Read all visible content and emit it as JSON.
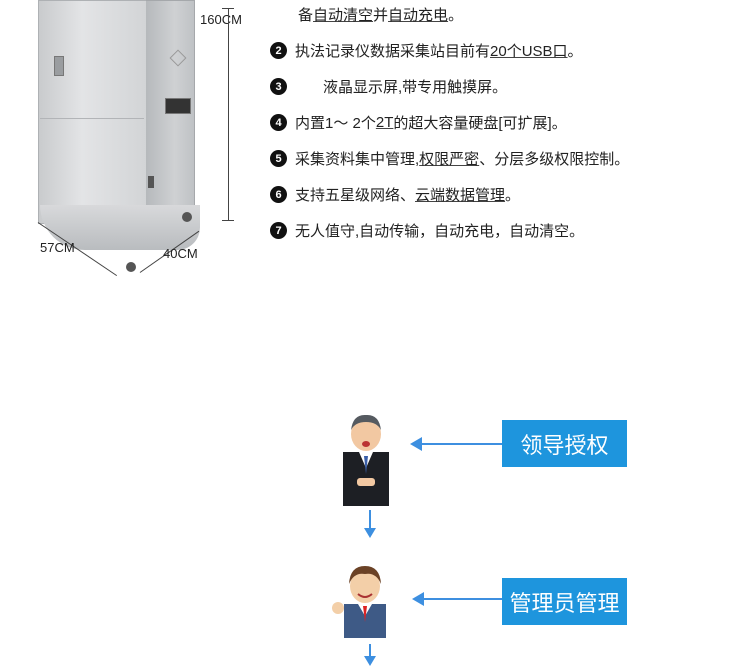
{
  "dimensions": {
    "height": "160CM",
    "width": "57CM",
    "depth": "40CM"
  },
  "specs": [
    {
      "num": "",
      "parts": [
        {
          "t": "备",
          "u": false
        },
        {
          "t": "自动清空",
          "u": true
        },
        {
          "t": "并",
          "u": false
        },
        {
          "t": "自动充电",
          "u": true
        },
        {
          "t": "。",
          "u": false
        }
      ]
    },
    {
      "num": "2",
      "parts": [
        {
          "t": "执法记录仪数据采集站目前有",
          "u": false
        },
        {
          "t": "20个USB口",
          "u": true
        },
        {
          "t": "。",
          "u": false
        }
      ]
    },
    {
      "num": "3",
      "parts": [
        {
          "t": "液晶显示屏,带专用触摸屏。",
          "u": false
        }
      ]
    },
    {
      "num": "4",
      "parts": [
        {
          "t": "内置1～ 2个",
          "u": false
        },
        {
          "t": "2T",
          "u": true
        },
        {
          "t": "的超大容量硬盘[可扩展]。",
          "u": false
        }
      ]
    },
    {
      "num": "5",
      "parts": [
        {
          "t": "采集资料集中管理,",
          "u": false
        },
        {
          "t": "权限严密",
          "u": true
        },
        {
          "t": "、分层多级权限控制。",
          "u": false
        }
      ]
    },
    {
      "num": "6",
      "parts": [
        {
          "t": "支持五星级网络、",
          "u": false
        },
        {
          "t": "云端数据管理",
          "u": true
        },
        {
          "t": "。",
          "u": false
        }
      ]
    },
    {
      "num": "7",
      "parts": [
        {
          "t": "无人值守,自动传输，自动充电，自动清空。",
          "u": false
        }
      ]
    }
  ],
  "flow": [
    {
      "label": "领导授权",
      "figure": "leader-figure"
    },
    {
      "label": "管理员管理",
      "figure": "admin-figure"
    }
  ],
  "colors": {
    "accent": "#1e95dd",
    "arrow": "#3d8fe0"
  }
}
